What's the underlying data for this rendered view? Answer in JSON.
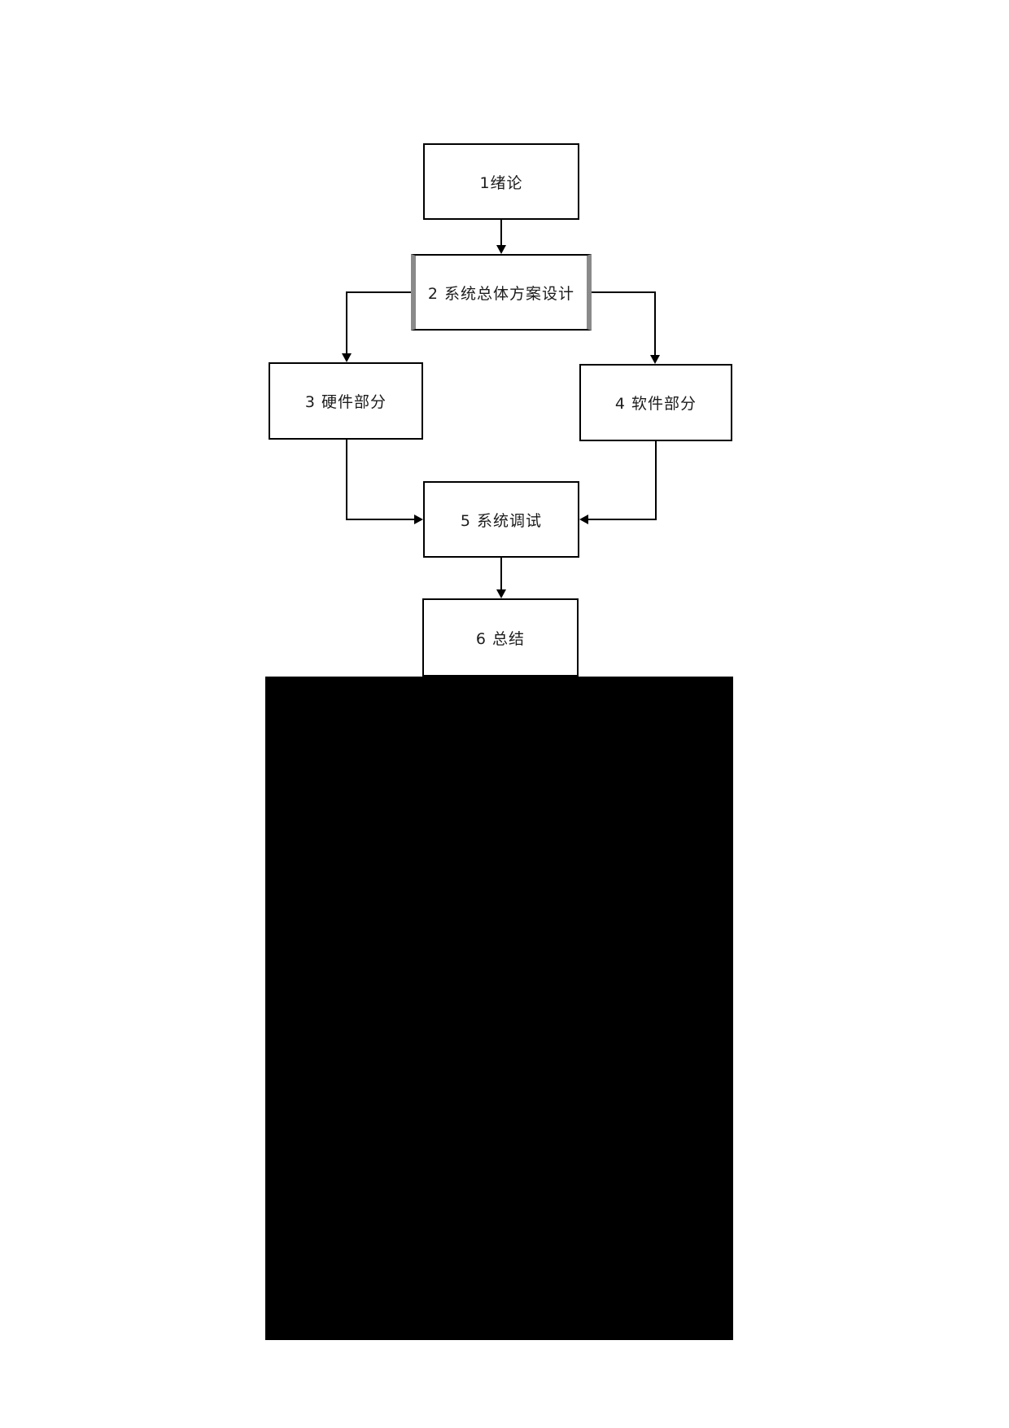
{
  "page": {
    "background_color": "#ffffff",
    "redaction_color": "#000000"
  },
  "diagram": {
    "type": "flowchart",
    "line_color": "#000000",
    "box_border_color": "#000000",
    "highlighted_box_side_color": "#8a8a8a",
    "nodes": [
      {
        "id": "1",
        "label": "1绪论"
      },
      {
        "id": "2",
        "label": "2 系统总体方案设计"
      },
      {
        "id": "3",
        "label": "3 硬件部分"
      },
      {
        "id": "4",
        "label": "4 软件部分"
      },
      {
        "id": "5",
        "label": "5 系统调试"
      },
      {
        "id": "6",
        "label": "6 总结"
      }
    ],
    "edges": [
      {
        "from": "1",
        "to": "2"
      },
      {
        "from": "2",
        "to": "3"
      },
      {
        "from": "2",
        "to": "4"
      },
      {
        "from": "3",
        "to": "5"
      },
      {
        "from": "4",
        "to": "5"
      },
      {
        "from": "5",
        "to": "6"
      }
    ]
  }
}
